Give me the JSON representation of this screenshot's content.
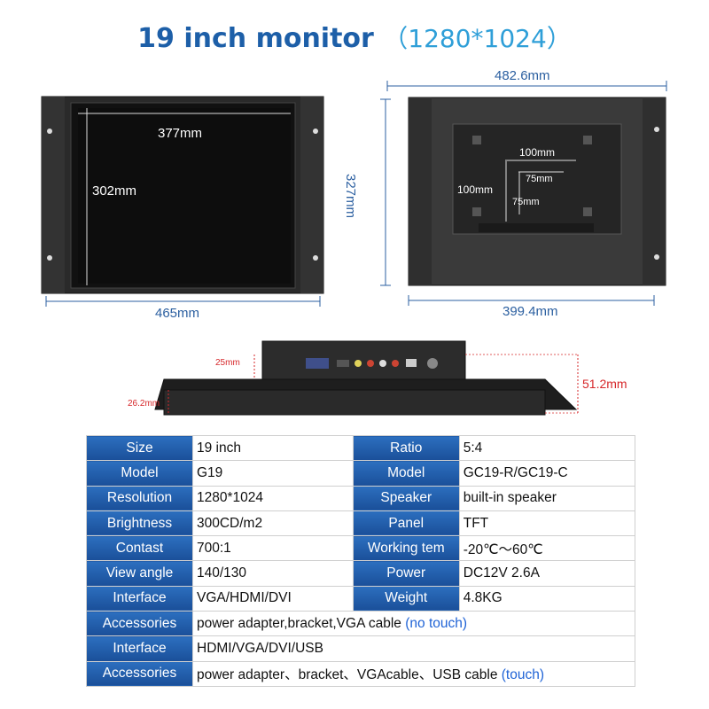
{
  "header": {
    "title": "19 inch monitor",
    "resolution": "（1280*1024）"
  },
  "dimensions": {
    "front_width": "465mm",
    "screen_width": "377mm",
    "screen_height": "302mm",
    "rear_width_total": "482.6mm",
    "rear_height": "327mm",
    "rear_width_body": "399.4mm",
    "vesa_100_h": "100mm",
    "vesa_100_v": "100mm",
    "vesa_75_h": "75mm",
    "vesa_75_v": "75mm",
    "depth_back": "25mm",
    "depth_front": "26.2mm",
    "depth_total": "51.2mm"
  },
  "specs": {
    "rows": [
      {
        "k1": "Size",
        "v1": "19 inch",
        "k2": "Ratio",
        "v2": "5:4"
      },
      {
        "k1": "Model",
        "v1": "G19",
        "k2": "Model",
        "v2": "GC19-R/GC19-C"
      },
      {
        "k1": "Resolution",
        "v1": "1280*1024",
        "k2": "Speaker",
        "v2": "built-in  speaker"
      },
      {
        "k1": "Brightness",
        "v1": "300CD/m2",
        "k2": "Panel",
        "v2": "TFT"
      },
      {
        "k1": "Contast",
        "v1": "700:1",
        "k2": "Working tem",
        "v2": "-20℃～60℃"
      },
      {
        "k1": "View angle",
        "v1": "140/130",
        "k2": "Power",
        "v2": "DC12V  2.6A"
      },
      {
        "k1": "Interface",
        "v1": "VGA/HDMI/DVI",
        "k2": "Weight",
        "v2": "4.8KG"
      }
    ],
    "wide_rows": [
      {
        "k": "Accessories",
        "v": "power adapter,bracket,VGA cable ",
        "note": "(no touch)"
      },
      {
        "k": "Interface",
        "v": "HDMI/VGA/DVI/USB",
        "note": ""
      },
      {
        "k": "Accessories",
        "v": "power adapter、bracket、VGAcable、USB cable ",
        "note": "(touch)"
      }
    ]
  }
}
